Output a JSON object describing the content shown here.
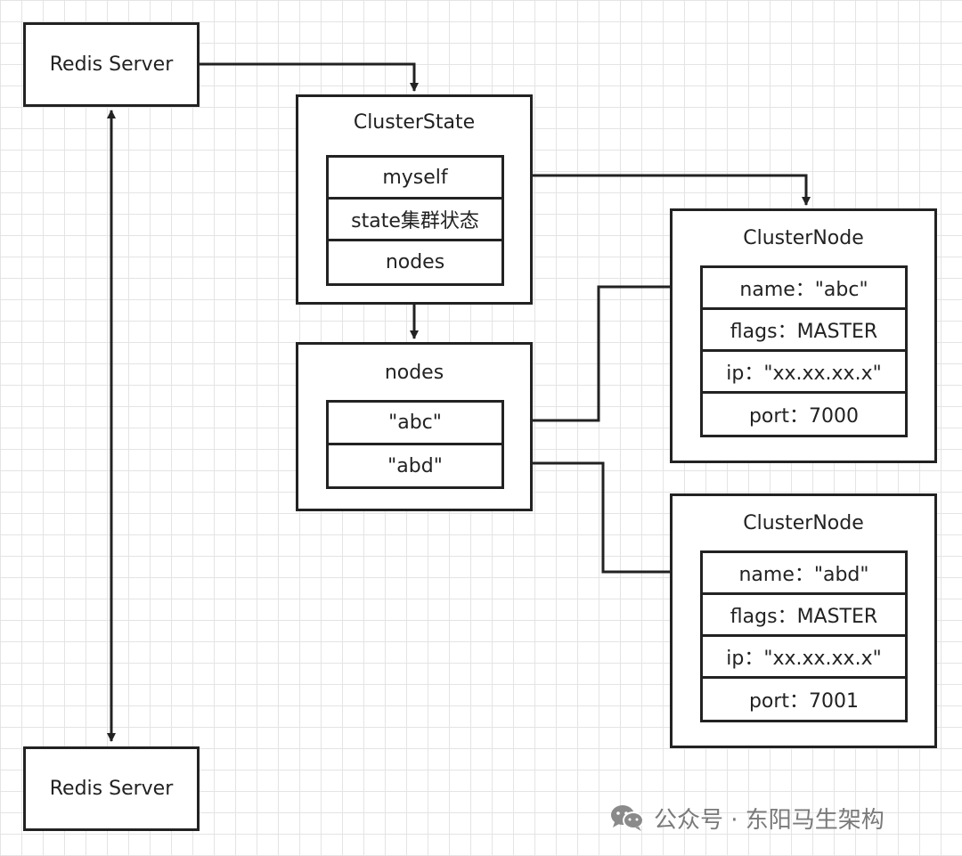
{
  "redis_server_top": {
    "label": "Redis Server"
  },
  "redis_server_bottom": {
    "label": "Redis Server"
  },
  "cluster_state": {
    "title": "ClusterState",
    "fields": [
      "myself",
      "state集群状态",
      "nodes"
    ]
  },
  "nodes_dict": {
    "title": "nodes",
    "fields": [
      "\"abc\"",
      "\"abd\""
    ]
  },
  "cluster_node_1": {
    "title": "ClusterNode",
    "fields": [
      "name：\"abc\"",
      "flags：MASTER",
      "ip：\"xx.xx.xx.x\"",
      "port：7000"
    ]
  },
  "cluster_node_2": {
    "title": "ClusterNode",
    "fields": [
      "name：\"abd\"",
      "flags：MASTER",
      "ip：\"xx.xx.xx.x\"",
      "port：7001"
    ]
  },
  "watermark": {
    "icon": "wechat-icon",
    "text": "公众号 · 东阳马生架构"
  },
  "colors": {
    "line": "#222222",
    "grid": "#e4e4e4",
    "watermark": "#7a7a7a"
  }
}
